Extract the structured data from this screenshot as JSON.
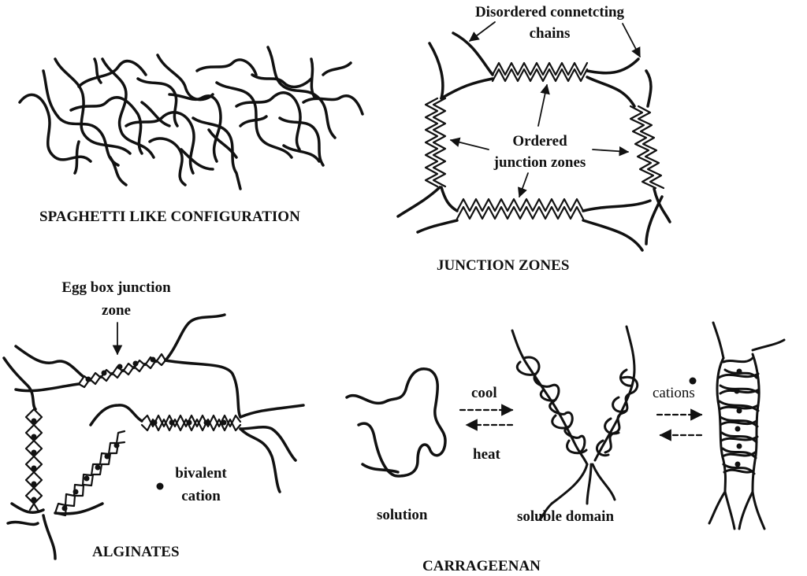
{
  "panels": {
    "spaghetti": {
      "caption": "SPAGHETTI LIKE CONFIGURATION"
    },
    "junction": {
      "caption": "JUNCTION ZONES",
      "disordered_label_line1": "Disordered connetcting",
      "disordered_label_line2": "chains",
      "ordered_label_line1": "Ordered",
      "ordered_label_line2": "junction zones"
    },
    "alginates": {
      "caption": "ALGINATES",
      "eggbox_label_line1": "Egg box junction",
      "eggbox_label_line2": "zone",
      "cation_label_line1": "bivalent",
      "cation_label_line2": "cation"
    },
    "carrageenan": {
      "caption": "CARRAGEENAN",
      "cool_label": "cool",
      "heat_label": "heat",
      "solution_label": "solution",
      "soluble_domain_label": "soluble domain",
      "cations_label": "cations"
    }
  },
  "colors": {
    "ink": "#111111",
    "background": "#ffffff"
  }
}
